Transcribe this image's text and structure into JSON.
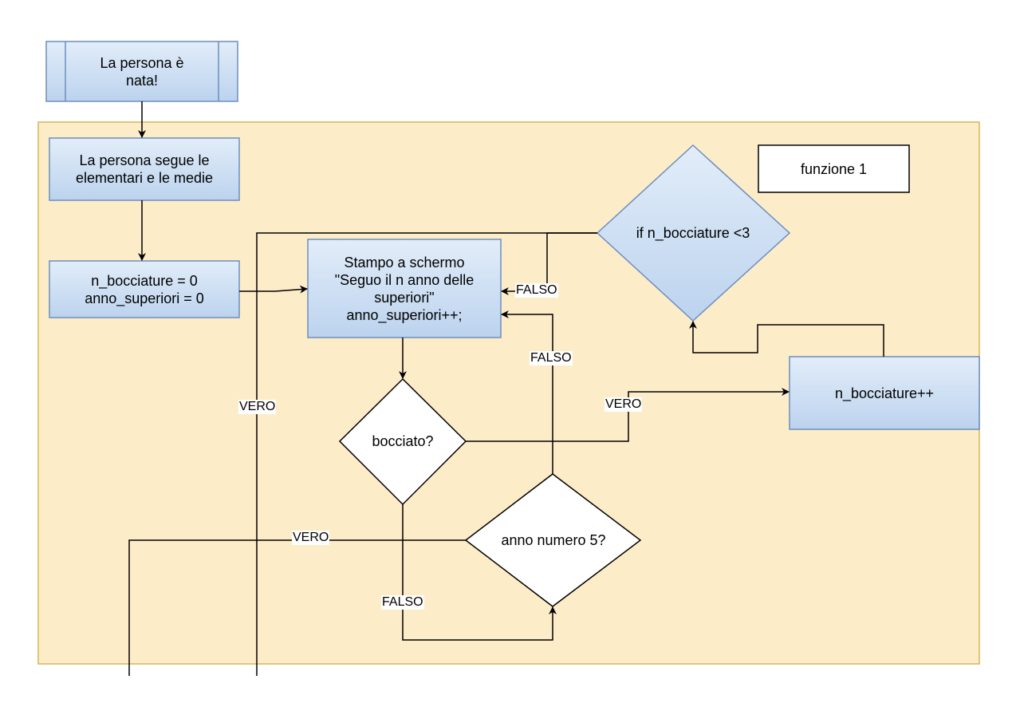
{
  "diagram": {
    "container_label": "funzione 1",
    "nodes": {
      "start": "La persona è\nnata!",
      "school": "La persona segue le\nelementari e le medie",
      "init": "n_bocciature = 0\nanno_superiori = 0",
      "print_year": "Stampo a schermo\n\"Seguo il n anno delle\nsuperiori\"\nanno_superiori++;",
      "check_limit": "if n_bocciature <3",
      "increment": "n_bocciature++",
      "failed": "bocciato?",
      "year_five": "anno numero 5?"
    },
    "edge_labels": {
      "limit_true": "VERO",
      "limit_false": "FALSO",
      "year_five_false": "FALSO",
      "failed_true": "VERO",
      "year_five_true": "VERO",
      "failed_false": "FALSO"
    },
    "colors": {
      "container_fill": "#fdecc8",
      "container_stroke": "#d6b656",
      "box_gradient_top": "#e2edf9",
      "box_gradient_bottom": "#bcd3ee",
      "box_stroke": "#6c8ebf",
      "line": "#000000"
    }
  }
}
